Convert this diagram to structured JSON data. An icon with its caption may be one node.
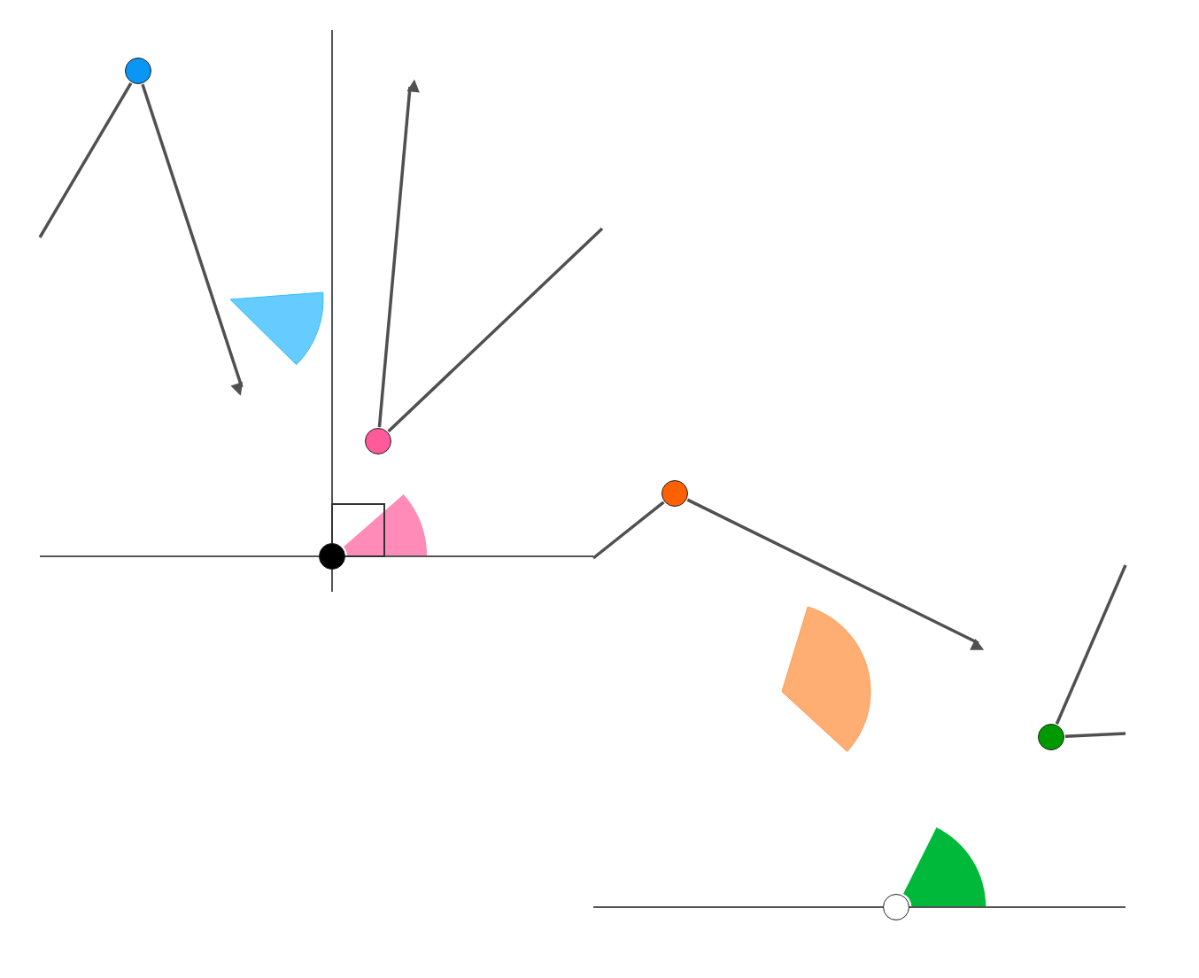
{
  "diagram": {
    "nodes": [
      {
        "text": [],
        "shape": "circle"
      },
      {
        "text": [],
        "shape": "circle"
      },
      {
        "text": [],
        "shape": "circle"
      },
      {
        "text": [],
        "shape": "circle"
      },
      {
        "text": [],
        "shape": "circle"
      },
      {
        "text": [],
        "shape": "circle"
      },
      {
        "text": [],
        "shape": "sector"
      },
      {
        "text": [],
        "shape": "sector"
      },
      {
        "text": [],
        "shape": "sector"
      },
      {
        "text": [],
        "shape": "sector"
      }
    ],
    "edges": [
      {
        "from": 0,
        "to": null,
        "arrow": "none"
      },
      {
        "from": 0,
        "to": null,
        "arrow": "to"
      },
      {
        "from": 1,
        "to": null,
        "arrow": "to"
      },
      {
        "from": 1,
        "to": null,
        "arrow": "none"
      },
      {
        "from": 3,
        "to": null,
        "arrow": "none"
      },
      {
        "from": 3,
        "to": null,
        "arrow": "to"
      },
      {
        "from": 4,
        "to": null,
        "arrow": "none"
      },
      {
        "from": 4,
        "to": null,
        "arrow": "none"
      }
    ]
  }
}
